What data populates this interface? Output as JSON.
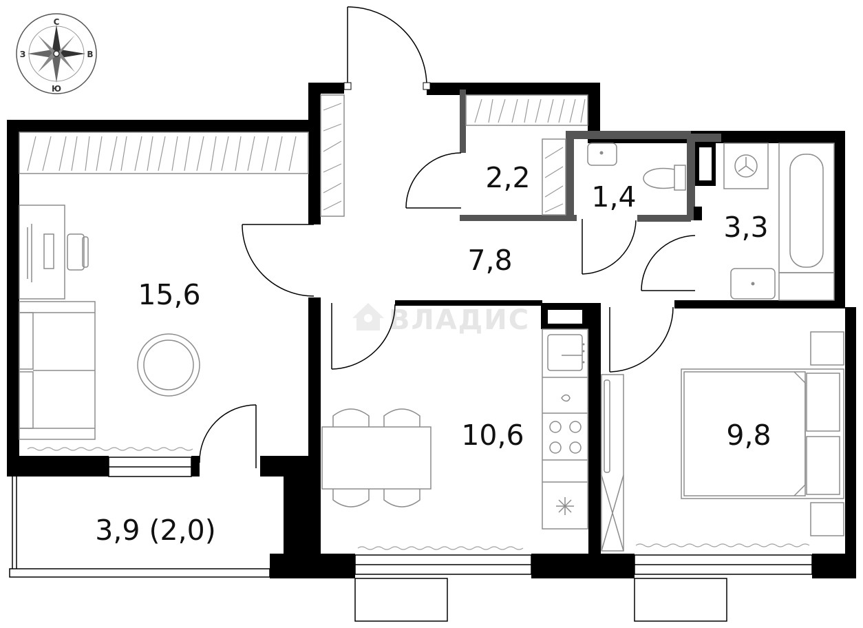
{
  "compass": {
    "north": "С",
    "south": "Ю",
    "west": "З",
    "east": "В"
  },
  "watermark": "ВЛАДИС",
  "rooms": {
    "living": "15,6",
    "storage": "2,2",
    "toilet": "1,4",
    "bathroom": "3,3",
    "hallway": "7,8",
    "kitchen": "10,6",
    "bedroom": "9,8",
    "balcony": "3,9 (2,0)"
  },
  "colors": {
    "wall": "#000000",
    "partition": "#555555",
    "furniture": "#8c8c8c"
  }
}
